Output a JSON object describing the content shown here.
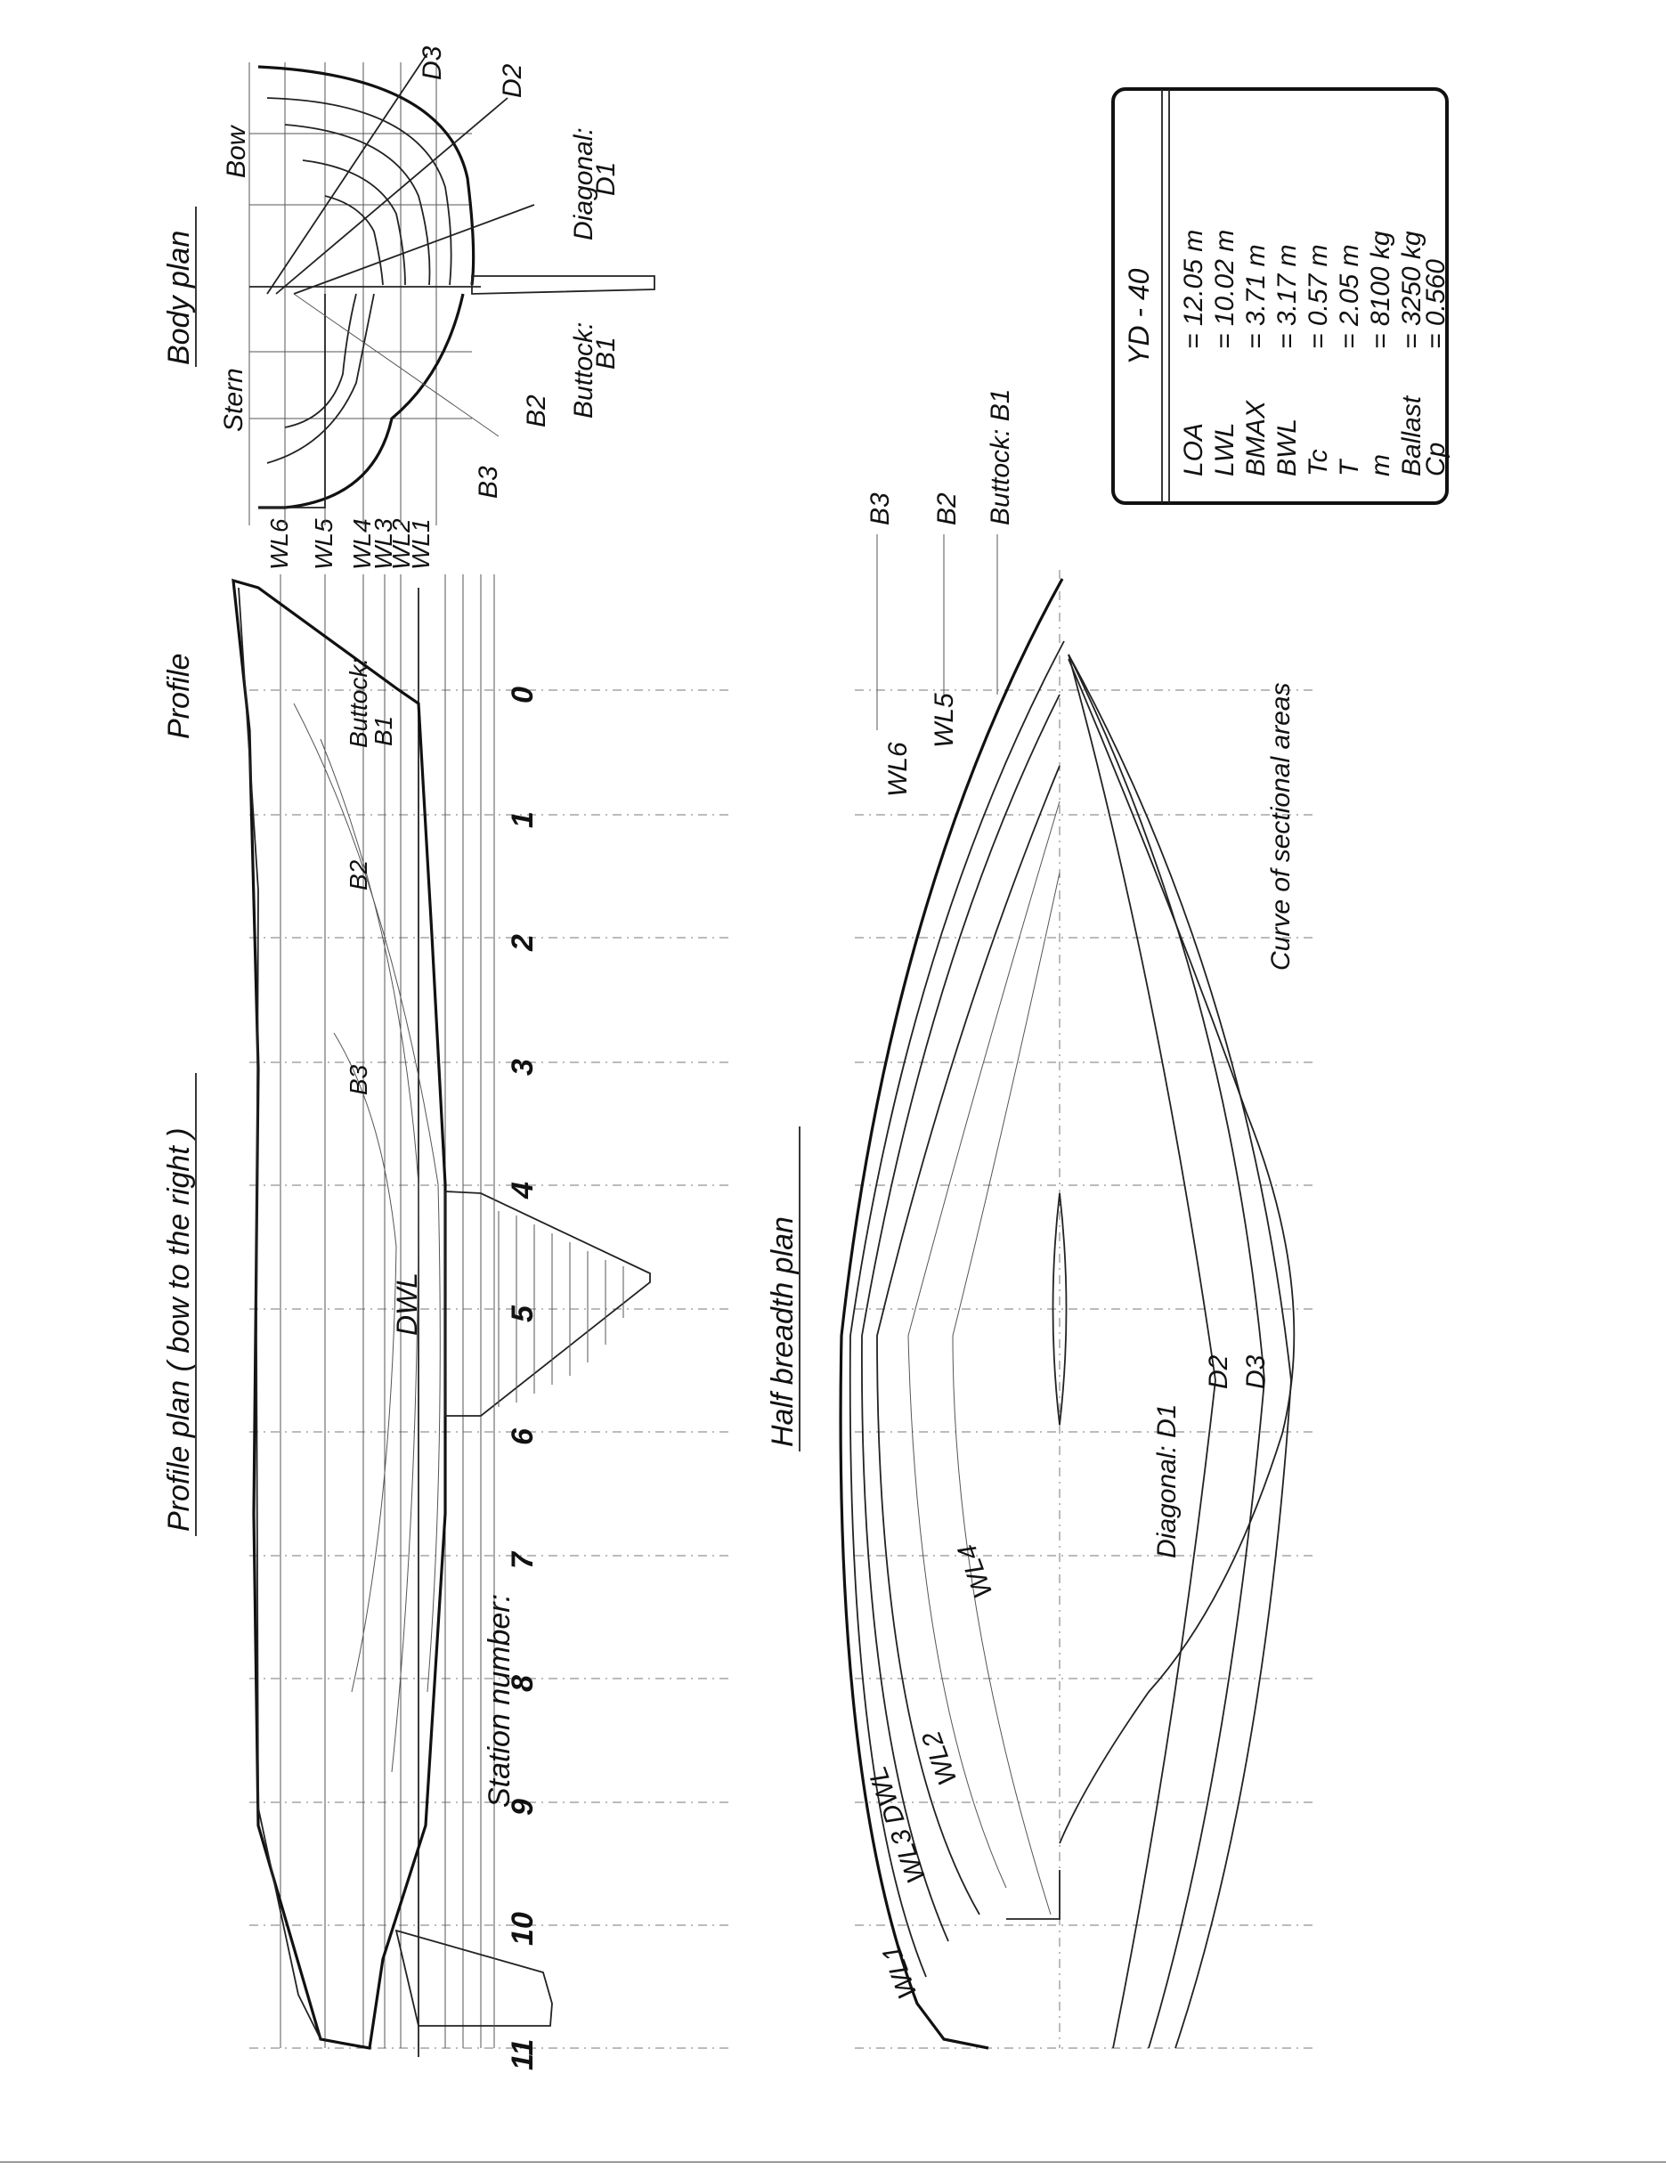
{
  "titles": {
    "profile_plan": "Profile plan ( bow to the right )",
    "profile": "Profile",
    "half_breadth_plan": "Half breadth plan",
    "body_plan": "Body plan"
  },
  "profile_labels": {
    "station_number": "Station number:",
    "stations": [
      "0",
      "1",
      "2",
      "3",
      "4",
      "5",
      "6",
      "7",
      "8",
      "9",
      "10",
      "11"
    ],
    "waterlines": [
      "WL6",
      "WL5",
      "WL4",
      "WL3",
      "WL2",
      "WL1"
    ],
    "dwl": "DWL",
    "buttock": "Buttock:",
    "b1": "B1",
    "b2": "B2",
    "b3": "B3"
  },
  "half_breadth_labels": {
    "buttock_b1": "Buttock: B1",
    "b2": "B2",
    "b3": "B3",
    "wl6": "WL6",
    "wl5": "WL5",
    "wl4": "WL4",
    "wl2": "WL2",
    "wl3_dwl": "WL3 DWL",
    "wl1": "WL1",
    "diagonal_d1": "Diagonal: D1",
    "d2": "D2",
    "d3": "D3",
    "curve_sectional": "Curve of sectional areas"
  },
  "body_plan_labels": {
    "bow": "Bow",
    "stern": "Stern",
    "diagonal": "Diagonal:",
    "d1": "D1",
    "d2": "D2",
    "d3": "D3",
    "buttock": "Buttock:",
    "b1": "B1",
    "b2": "B2",
    "b3": "B3"
  },
  "spec_table": {
    "title": "YD - 40",
    "rows": [
      {
        "symbol": "LOA",
        "value": "= 12.05 m"
      },
      {
        "symbol": "LWL",
        "value": "= 10.02 m"
      },
      {
        "symbol": "BMAX",
        "value": "= 3.71 m"
      },
      {
        "symbol": "BWL",
        "value": "= 3.17 m"
      },
      {
        "symbol": "Tc",
        "value": "= 0.57 m"
      },
      {
        "symbol": "T",
        "value": "= 2.05 m"
      },
      {
        "symbol": "m",
        "value": "= 8100 kg"
      },
      {
        "symbol": "Ballast",
        "value": "= 3250 kg"
      },
      {
        "symbol": "Cp",
        "value": "= 0.560"
      }
    ]
  }
}
